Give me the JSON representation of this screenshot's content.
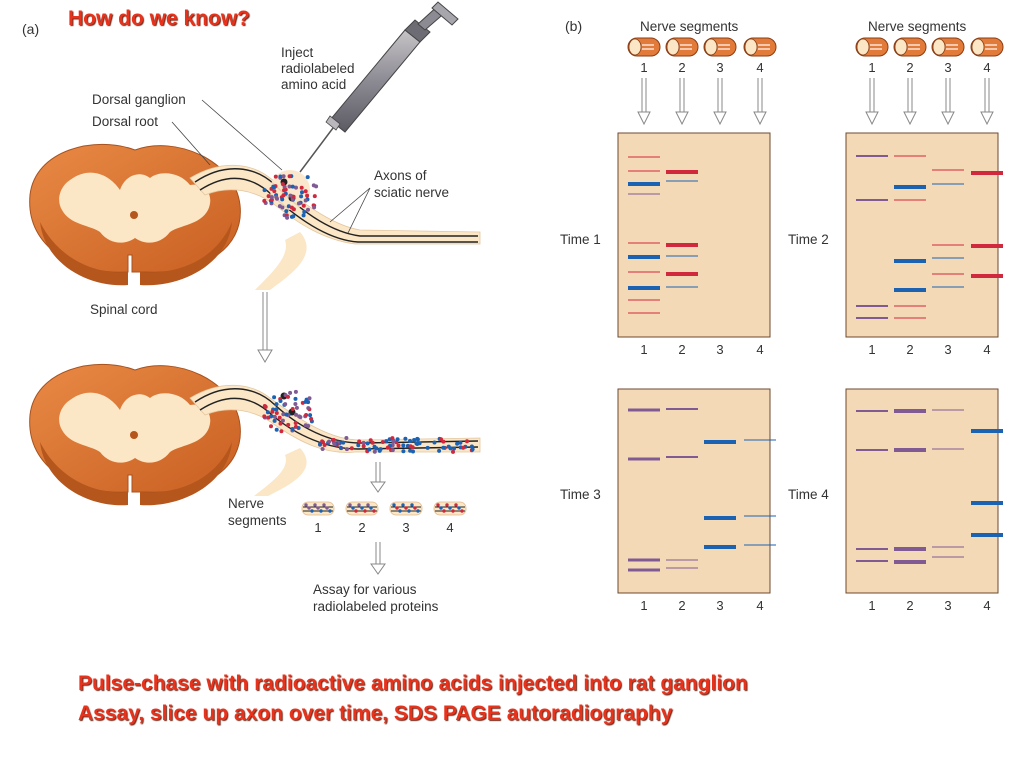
{
  "title": "How do we know?",
  "panel_a": {
    "label": "(a)",
    "inject_line1": "Inject",
    "inject_line2": "radiolabeled",
    "inject_line3": "amino acid",
    "dorsal_ganglion": "Dorsal ganglion",
    "dorsal_root": "Dorsal root",
    "axons_line1": "Axons of",
    "axons_line2": "sciatic nerve",
    "spinal_cord": "Spinal cord",
    "segments_line1": "Nerve",
    "segments_line2": "segments",
    "segment_numbers": [
      "1",
      "2",
      "3",
      "4"
    ],
    "assay_line1": "Assay for various",
    "assay_line2": "radiolabeled proteins"
  },
  "panel_b": {
    "label": "(b)",
    "header": "Nerve segments",
    "lane_numbers": [
      "1",
      "2",
      "3",
      "4"
    ],
    "gels": [
      {
        "label": "Time 1"
      },
      {
        "label": "Time 2"
      },
      {
        "label": "Time 3"
      },
      {
        "label": "Time 4"
      }
    ]
  },
  "captions": [
    "Pulse-chase with radioactive amino acids injected into rat ganglion",
    "Assay, slice up axon over time, SDS PAGE autoradiography"
  ],
  "colors": {
    "title_text": "#e8321c",
    "gel_bg": "#f4d9b6",
    "band_red": "#d0283c",
    "band_blue": "#1b62b3",
    "band_purple": "#7f5a93",
    "tissue_orange": "#e27b3a",
    "tissue_cream": "#fbe6c6"
  }
}
